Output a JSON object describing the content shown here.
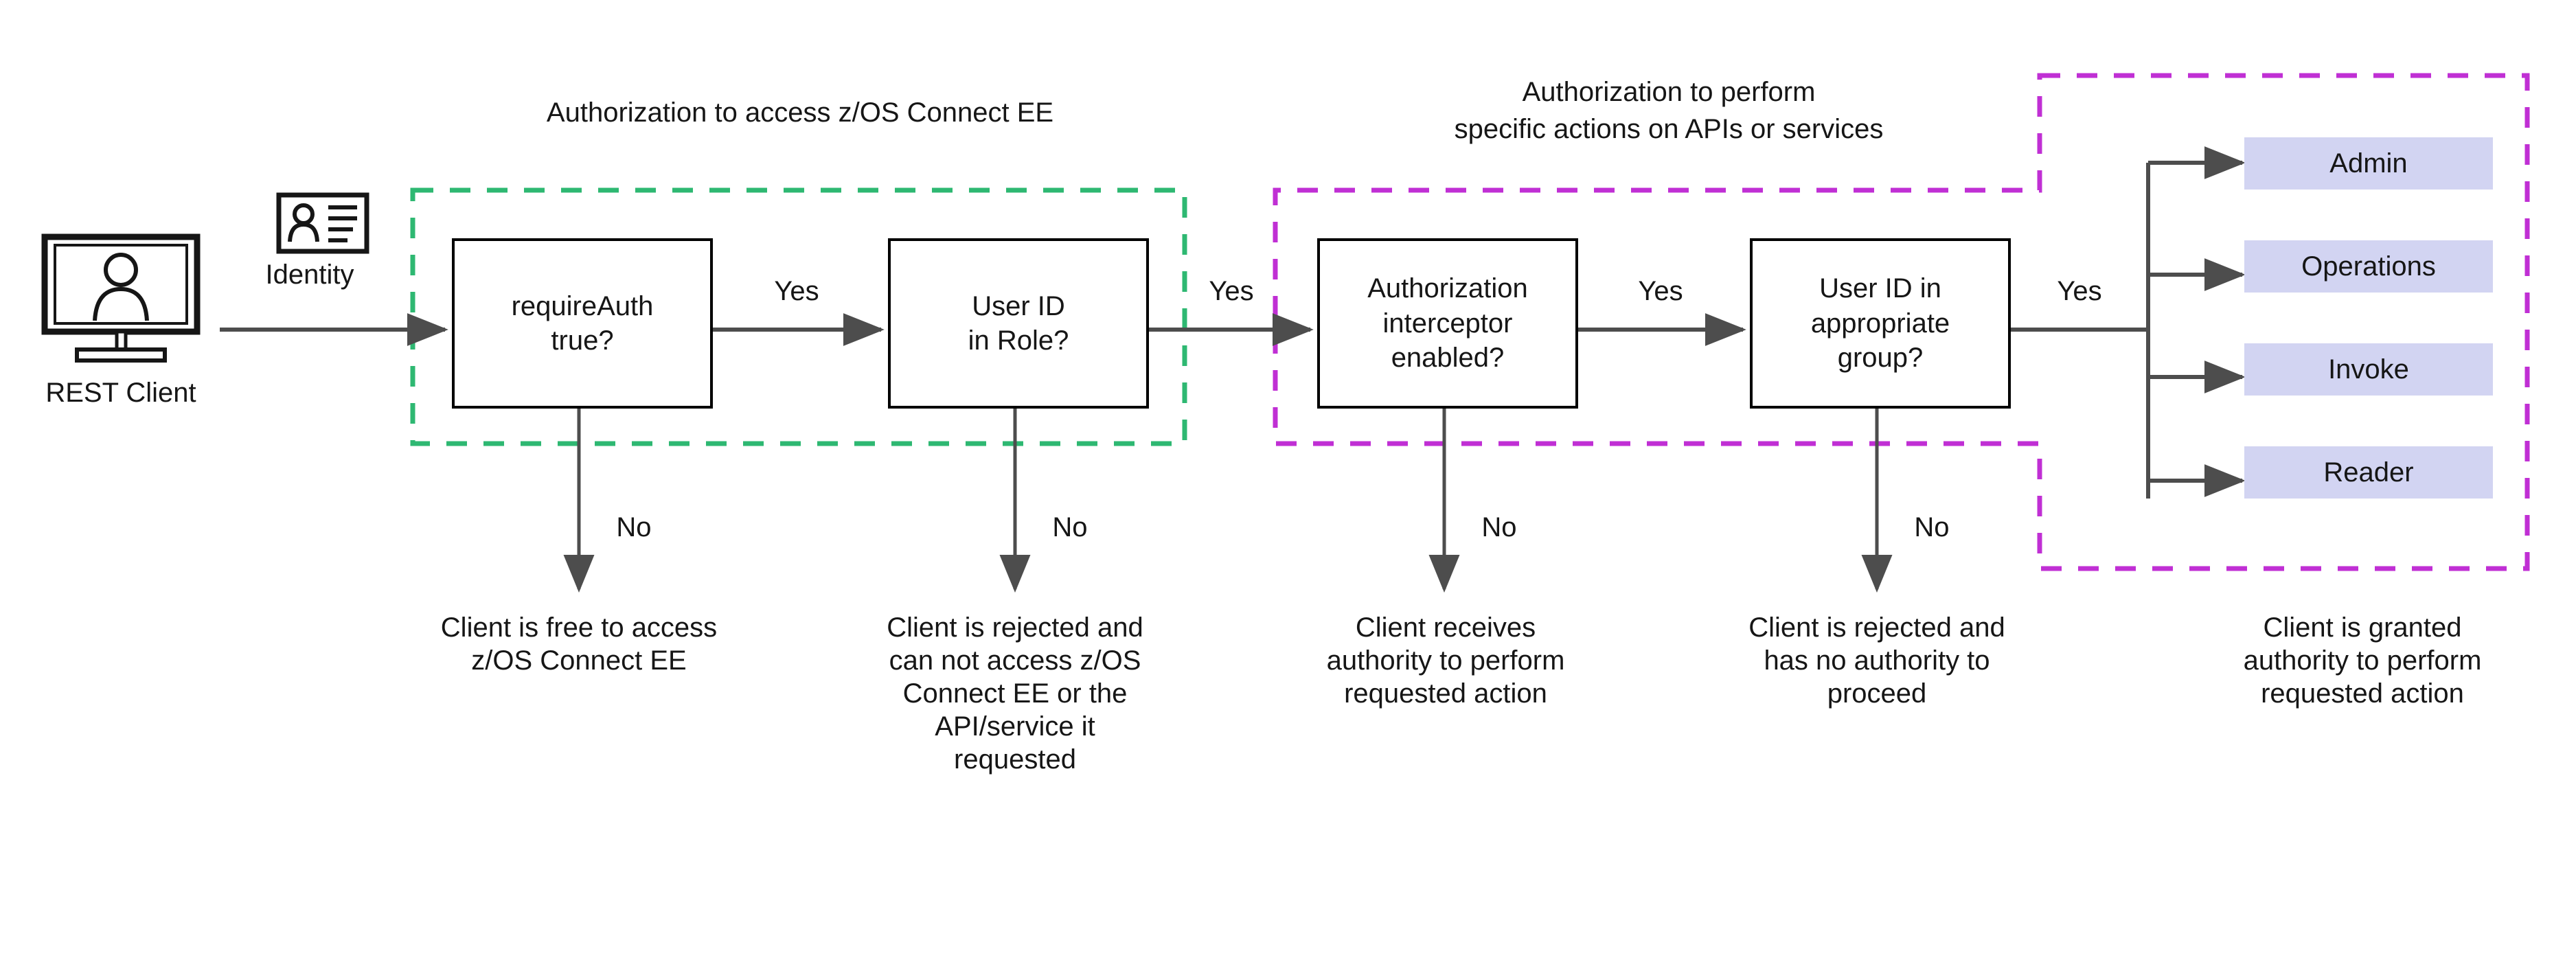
{
  "diagram": {
    "title_access": "Authorization to access z/OS Connect EE",
    "title_actions_line1": "Authorization to perform",
    "title_actions_line2": "specific actions on APIs or services",
    "colors": {
      "access_group_border": "#2eb872",
      "actions_group_border": "#c02fd4",
      "role_box_fill": "#d2d4f2",
      "box_stroke": "#000000",
      "connector": "#4d4d4d",
      "text": "#161616",
      "canvas": "#ffffff"
    }
  },
  "client": {
    "icon": "monitor-person-icon",
    "label": "REST Client"
  },
  "identity": {
    "icon": "id-badge-icon",
    "label": "Identity"
  },
  "decisions": [
    {
      "id": "require-auth",
      "text": "requireAuth\ntrue?"
    },
    {
      "id": "user-id-in-role",
      "text": "User ID\nin Role?"
    },
    {
      "id": "authorization-interceptor",
      "text": "Authorization\ninterceptor\nenabled?"
    },
    {
      "id": "user-id-in-group",
      "text": "User ID in\nappropriate\ngroup?"
    }
  ],
  "yes_labels": [
    {
      "id": "yes-1",
      "text": "Yes"
    },
    {
      "id": "yes-2",
      "text": "Yes"
    },
    {
      "id": "yes-3",
      "text": "Yes"
    },
    {
      "id": "yes-4",
      "text": "Yes"
    }
  ],
  "no_labels": [
    {
      "id": "no-1",
      "text": "No"
    },
    {
      "id": "no-2",
      "text": "No"
    },
    {
      "id": "no-3",
      "text": "No"
    },
    {
      "id": "no-4",
      "text": "No"
    }
  ],
  "outcomes": [
    {
      "id": "outcome-free-access",
      "text": "Client is free to access\nz/OS Connect EE"
    },
    {
      "id": "outcome-rejected-access",
      "text": "Client is rejected and\ncan not access z/OS\nConnect EE or the\nAPI/service it\nrequested"
    },
    {
      "id": "outcome-receives-authority",
      "text": "Client receives\nauthority to perform\nrequested action"
    },
    {
      "id": "outcome-rejected-no-authority",
      "text": "Client is rejected and\nhas no authority to\nproceed"
    },
    {
      "id": "outcome-granted-authority",
      "text": "Client is granted\nauthority to perform\nrequested action"
    }
  ],
  "roles": [
    {
      "id": "role-admin",
      "label": "Admin"
    },
    {
      "id": "role-operations",
      "label": "Operations"
    },
    {
      "id": "role-invoke",
      "label": "Invoke"
    },
    {
      "id": "role-reader",
      "label": "Reader"
    }
  ]
}
